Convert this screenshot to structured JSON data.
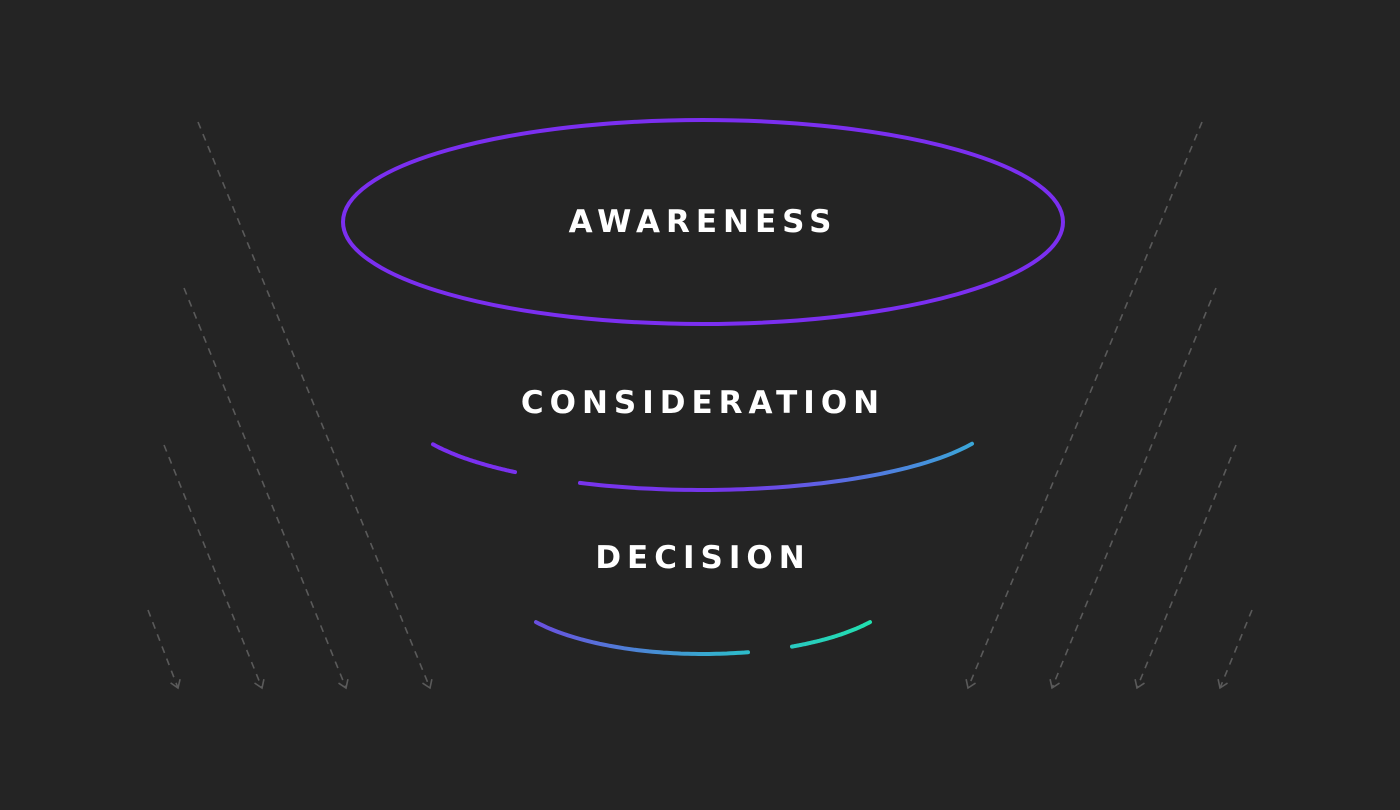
{
  "stages": [
    {
      "label": "AWARENESS"
    },
    {
      "label": "CONSIDERATION"
    },
    {
      "label": "DECISION"
    }
  ],
  "colors": {
    "background": "#242424",
    "purple": "#7b2ff0",
    "violet": "#6a4fe0",
    "blue": "#3aa8d8",
    "teal": "#22e0b0",
    "arrow": "#5a5a5a",
    "text": "#ffffff"
  }
}
